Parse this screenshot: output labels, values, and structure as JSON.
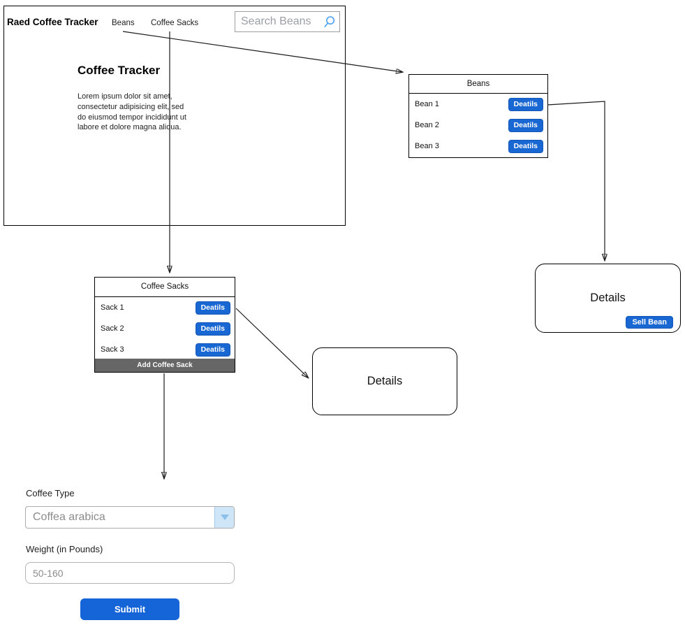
{
  "window": {
    "title": "Raed Coffee Tracker",
    "nav_beans": "Beans",
    "nav_sacks": "Coffee Sacks",
    "search_placeholder": "Search Beans",
    "heading": "Coffee Tracker",
    "body_text": "Lorem ipsum dolor sit amet,\nconsectetur adipisicing elit, sed\ndo eiusmod tempor incididunt ut\nlabore et dolore magna aliqua."
  },
  "beans_panel": {
    "title": "Beans",
    "rows": [
      {
        "label": "Bean 1",
        "button": "Deatils"
      },
      {
        "label": "Bean 2",
        "button": "Deatils"
      },
      {
        "label": "Bean 3",
        "button": "Deatils"
      }
    ]
  },
  "sacks_panel": {
    "title": "Coffee Sacks",
    "rows": [
      {
        "label": "Sack 1",
        "button": "Deatils"
      },
      {
        "label": "Sack 2",
        "button": "Deatils"
      },
      {
        "label": "Sack 3",
        "button": "Deatils"
      }
    ],
    "footer_button": "Add Coffee Sack"
  },
  "bean_details": {
    "title": "Details",
    "sell_button": "Sell Bean"
  },
  "sack_details": {
    "title": "Details"
  },
  "form": {
    "type_label": "Coffee Type",
    "type_value": "Coffea arabica",
    "weight_label": "Weight (in Pounds)",
    "weight_placeholder": "50-160",
    "submit_label": "Submit"
  },
  "icons": {
    "search": "search-magnifier",
    "dropdown": "chevron-down-triangle"
  },
  "colors": {
    "primary_blue": "#1967d2",
    "submit_blue": "#1565d8",
    "footer_gray": "#666666",
    "dropdown_fill_blue": "#cfe6f8",
    "dropdown_arrow_blue": "#8cc0ea",
    "search_icon_blue": "#4aa0f0",
    "line_black": "#1a1a1a"
  }
}
